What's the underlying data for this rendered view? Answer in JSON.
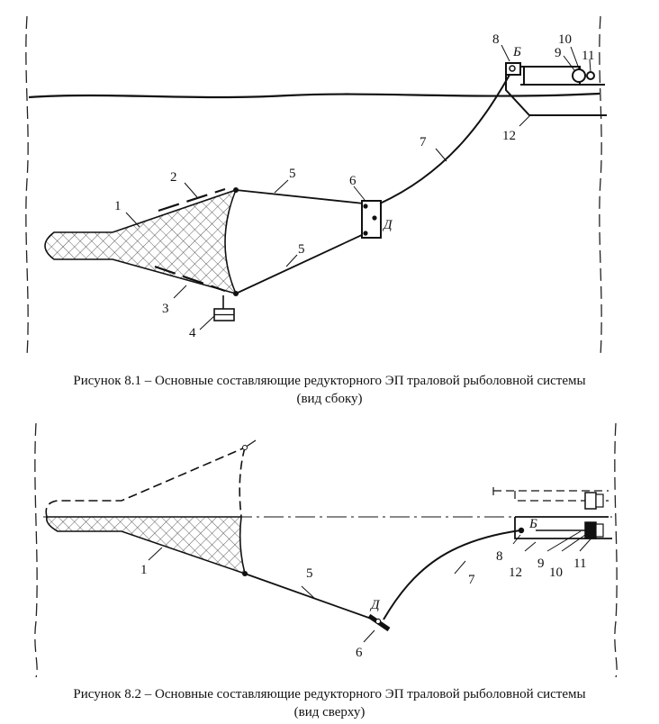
{
  "figure1": {
    "caption_line1": "Рисунок 8.1 – Основные составляющие редукторного ЭП траловой рыболовной системы",
    "caption_line2": "(вид сбоку)",
    "labels": {
      "n1": "1",
      "n2": "2",
      "n3": "3",
      "n4": "4",
      "n5a": "5",
      "n5b": "5",
      "n6": "6",
      "n7": "7",
      "n8": "8",
      "n9": "9",
      "n10": "10",
      "n11": "11",
      "n12": "12",
      "b": "Б",
      "d": "Д"
    }
  },
  "figure2": {
    "caption_line1": "Рисунок 8.2 – Основные составляющие редукторного ЭП траловой рыболовной системы",
    "caption_line2": "(вид сверху)",
    "labels": {
      "n1": "1",
      "n5": "5",
      "n6": "6",
      "n7": "7",
      "n8": "8",
      "n9": "9",
      "n10": "10",
      "n11": "11",
      "n12": "12",
      "b": "Б",
      "d": "Д"
    }
  }
}
